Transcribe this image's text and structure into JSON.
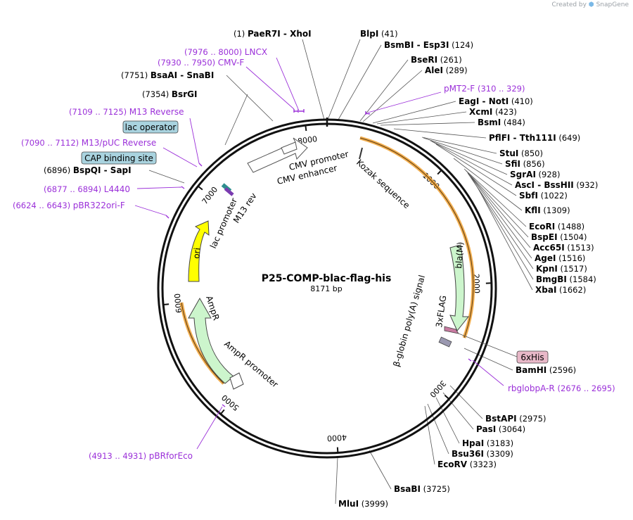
{
  "attribution": {
    "prefix": "Created by",
    "brand": "SnapGene"
  },
  "plasmid": {
    "name": "P25-COMP-blac-flag-his",
    "size": "8171 bp"
  },
  "ring_ticks": [
    "1000",
    "2000",
    "3000",
    "4000",
    "5000",
    "6000",
    "7000",
    "8000"
  ],
  "enzymes_right": [
    {
      "pos": "(1)",
      "name": "PaeR7I",
      "sep": " - ",
      "name2": "XhoI",
      "num": ""
    },
    {
      "pos": "",
      "name": "BlpI",
      "sep": "",
      "name2": "",
      "num": "(41)"
    },
    {
      "pos": "",
      "name": "BsmBI",
      "sep": " - ",
      "name2": "Esp3I",
      "num": "(124)"
    },
    {
      "pos": "",
      "name": "BseRI",
      "sep": "",
      "name2": "",
      "num": "(261)"
    },
    {
      "pos": "",
      "name": "AleI",
      "sep": "",
      "name2": "",
      "num": "(289)"
    },
    {
      "pos": "",
      "name": "EagI",
      "sep": " - ",
      "name2": "NotI",
      "num": "(410)"
    },
    {
      "pos": "",
      "name": "XcmI",
      "sep": "",
      "name2": "",
      "num": "(423)"
    },
    {
      "pos": "",
      "name": "BsmI",
      "sep": "",
      "name2": "",
      "num": "(484)"
    },
    {
      "pos": "",
      "name": "PflFI",
      "sep": " - ",
      "name2": "Tth111I",
      "num": "(649)"
    },
    {
      "pos": "",
      "name": "StuI",
      "sep": "",
      "name2": "",
      "num": "(850)"
    },
    {
      "pos": "",
      "name": "SfiI",
      "sep": "",
      "name2": "",
      "num": "(856)"
    },
    {
      "pos": "",
      "name": "SgrAI",
      "sep": "",
      "name2": "",
      "num": "(928)"
    },
    {
      "pos": "",
      "name": "AscI",
      "sep": " - ",
      "name2": "BssHII",
      "num": "(932)"
    },
    {
      "pos": "",
      "name": "SbfI",
      "sep": "",
      "name2": "",
      "num": "(1022)"
    },
    {
      "pos": "",
      "name": "KflI",
      "sep": "",
      "name2": "",
      "num": "(1309)"
    },
    {
      "pos": "",
      "name": "EcoRI",
      "sep": "",
      "name2": "",
      "num": "(1488)"
    },
    {
      "pos": "",
      "name": "BspEI",
      "sep": "",
      "name2": "",
      "num": "(1504)"
    },
    {
      "pos": "",
      "name": "Acc65I",
      "sep": "",
      "name2": "",
      "num": "(1513)"
    },
    {
      "pos": "",
      "name": "AgeI",
      "sep": "",
      "name2": "",
      "num": "(1516)"
    },
    {
      "pos": "",
      "name": "KpnI",
      "sep": "",
      "name2": "",
      "num": "(1517)"
    },
    {
      "pos": "",
      "name": "BmgBI",
      "sep": "",
      "name2": "",
      "num": "(1584)"
    },
    {
      "pos": "",
      "name": "XbaI",
      "sep": "",
      "name2": "",
      "num": "(1662)"
    },
    {
      "pos": "",
      "name": "BamHI",
      "sep": "",
      "name2": "",
      "num": "(2596)"
    },
    {
      "pos": "",
      "name": "BstAPI",
      "sep": "",
      "name2": "",
      "num": "(2975)"
    },
    {
      "pos": "",
      "name": "PasI",
      "sep": "",
      "name2": "",
      "num": "(3064)"
    },
    {
      "pos": "",
      "name": "HpaI",
      "sep": "",
      "name2": "",
      "num": "(3183)"
    },
    {
      "pos": "",
      "name": "Bsu36I",
      "sep": "",
      "name2": "",
      "num": "(3309)"
    },
    {
      "pos": "",
      "name": "EcoRV",
      "sep": "",
      "name2": "",
      "num": "(3323)"
    },
    {
      "pos": "",
      "name": "BsaBI",
      "sep": "",
      "name2": "",
      "num": "(3725)"
    },
    {
      "pos": "",
      "name": "MluI",
      "sep": "",
      "name2": "",
      "num": "(3999)"
    }
  ],
  "enzymes_left": [
    {
      "pos": "(7751)",
      "name": "BsaAI",
      "sep": " - ",
      "name2": "SnaBI"
    },
    {
      "pos": "(7354)",
      "name": "BsrGI",
      "sep": "",
      "name2": ""
    },
    {
      "pos": "(6896)",
      "name": "BspQI",
      "sep": " - ",
      "name2": "SapI"
    }
  ],
  "primers": [
    {
      "range": "(7976 .. 8000)",
      "name": "LNCX"
    },
    {
      "range": "(7930 .. 7950)",
      "name": "CMV-F"
    },
    {
      "range": "(7109 .. 7125)",
      "name": "M13 Reverse"
    },
    {
      "range": "(7090 .. 7112)",
      "name": "M13/pUC Reverse"
    },
    {
      "range": "(6877 .. 6894)",
      "name": "L4440"
    },
    {
      "range": "(6624 .. 6643)",
      "name": "pBR322ori-F"
    },
    {
      "range": "(4913 .. 4931)",
      "name": "pBRforEco"
    },
    {
      "range": "(310 .. 329)",
      "name": "pMT2-F"
    },
    {
      "range": "(2676 .. 2695)",
      "name": "rbglobpA-R"
    }
  ],
  "boxed_labels": [
    "lac operator",
    "CAP binding site",
    "6xHis"
  ],
  "features": [
    "CMV promoter",
    "CMV enhancer",
    "Kozak sequence",
    "M13 rev",
    "lac promoter",
    "ori",
    "AmpR",
    "AmpR promoter",
    "bla(M)",
    "3xFLAG",
    "β-globin poly(A) signal"
  ],
  "colors": {
    "primer": "#9b30d9",
    "ori": "#ffff00",
    "ampr": "#ccf5cc",
    "orange": "#f0a030",
    "boxTeal": "#a9d3df",
    "boxPink": "#e8b8c8"
  }
}
